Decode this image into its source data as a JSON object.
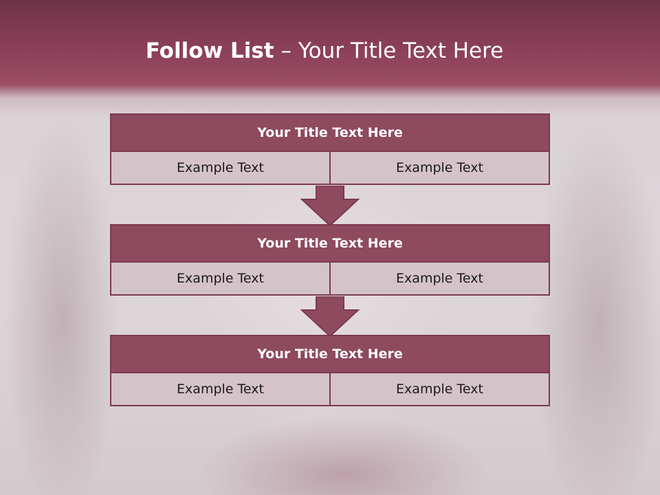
{
  "slide": {
    "title_bold": "Follow List",
    "title_rest": " – Your Title Text Here"
  },
  "blocks": [
    {
      "title": "Your Title Text Here",
      "left": "Example Text",
      "right": "Example Text"
    },
    {
      "title": "Your Title Text Here",
      "left": "Example Text",
      "right": "Example Text"
    },
    {
      "title": "Your Title Text Here",
      "left": "Example Text",
      "right": "Example Text"
    }
  ],
  "colors": {
    "header_band": "#8a3f58",
    "block_header": "#8e4a5e",
    "block_cell": "#d4c3c8",
    "border": "#7a3a4e"
  },
  "icons": [
    "down-arrow-icon",
    "down-arrow-icon"
  ]
}
